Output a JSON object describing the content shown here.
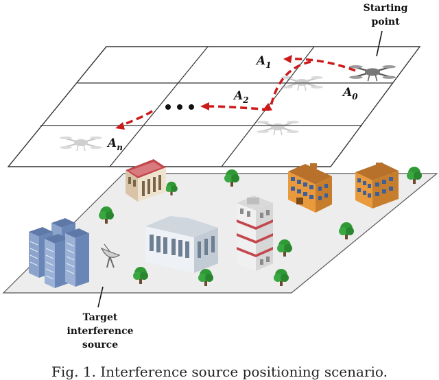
{
  "labels": {
    "starting_point_line1": "Starting",
    "starting_point_line2": "point",
    "target_line1": "Target",
    "target_line2": "interference",
    "target_line3": "source"
  },
  "waypoints": [
    {
      "base": "A",
      "sub": "1"
    },
    {
      "base": "A",
      "sub": "2"
    },
    {
      "base": "A",
      "sub": "0"
    },
    {
      "base": "A",
      "sub": "n"
    }
  ],
  "caption": "Fig. 1. Interference source positioning scenario.",
  "colors": {
    "path": "#cc1a1a",
    "grid": "#333333",
    "ground": "#ededed",
    "tree": "#2f9a35",
    "building_blue": "#6a86b6",
    "building_orange": "#e89a3c",
    "building_red": "#c2484e"
  }
}
